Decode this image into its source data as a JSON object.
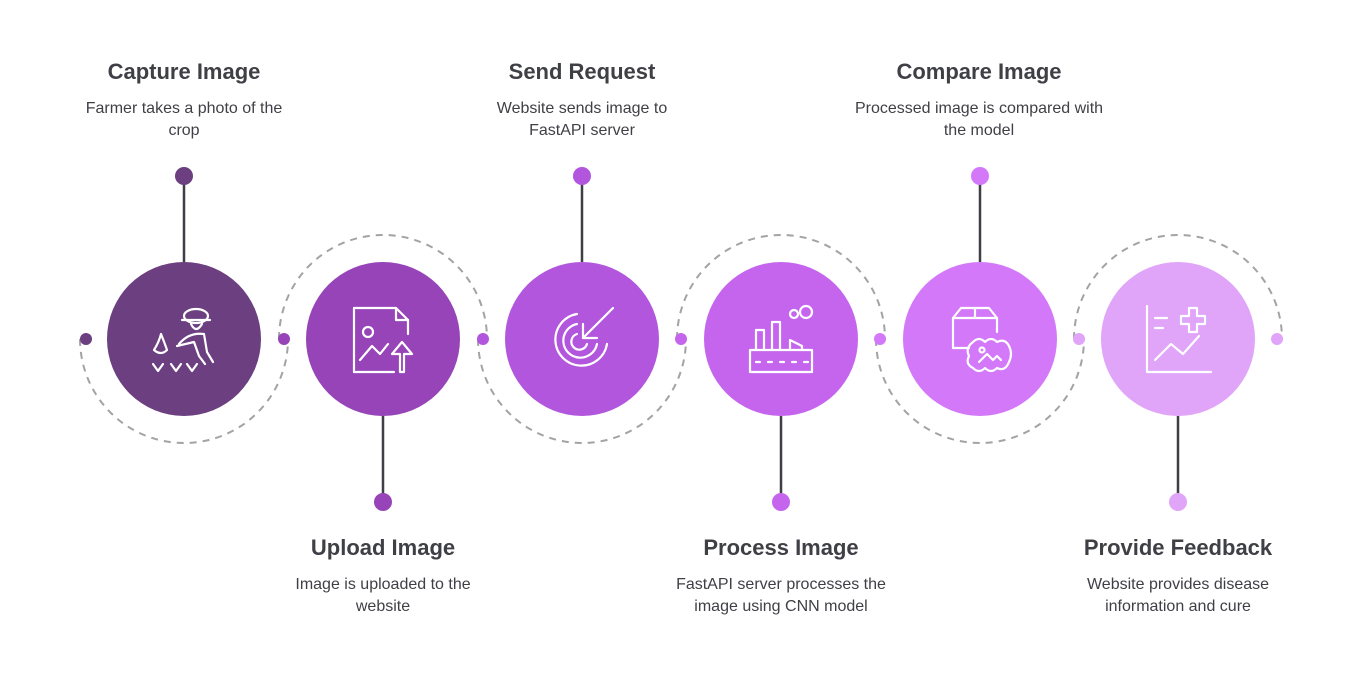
{
  "steps": [
    {
      "title": "Capture Image",
      "description": "Farmer takes a photo of the crop",
      "icon": "farmer-planting-icon",
      "color": "#6b3f80"
    },
    {
      "title": "Upload Image",
      "description": "Image is uploaded to the website",
      "icon": "image-upload-icon",
      "color": "#9644b8"
    },
    {
      "title": "Send Request",
      "description": "Website sends image to FastAPI server",
      "icon": "target-arrow-icon",
      "color": "#b256dd"
    },
    {
      "title": "Process Image",
      "description": "FastAPI server processes the image using CNN model",
      "icon": "factory-icon",
      "color": "#c565ee"
    },
    {
      "title": "Compare Image",
      "description": "Processed image is compared with the model",
      "icon": "box-image-compare-icon",
      "color": "#d278f9"
    },
    {
      "title": "Provide Feedback",
      "description": "Website provides disease information and cure",
      "icon": "chart-plus-icon",
      "color": "#e0a4f8"
    }
  ],
  "colors": {
    "text": "#3f3f46",
    "connector": "#3f3f46",
    "dashed_path": "#a3a3a3"
  }
}
